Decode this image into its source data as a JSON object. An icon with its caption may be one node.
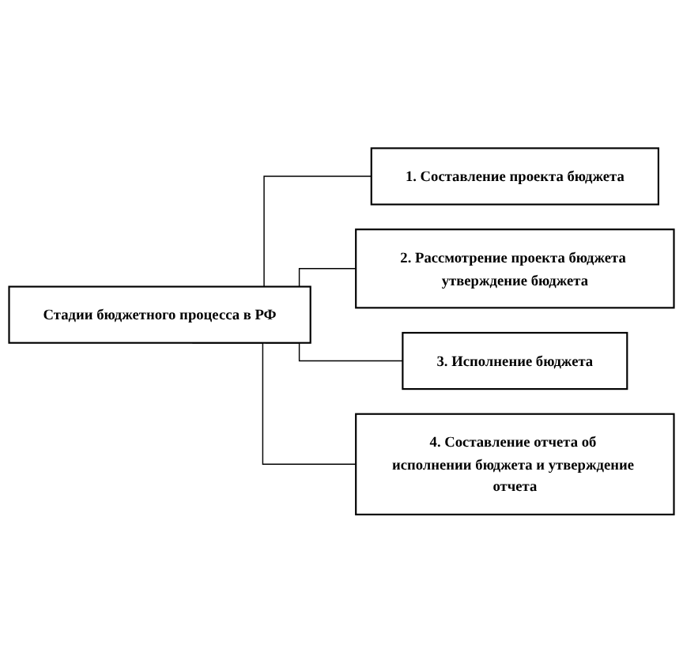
{
  "diagram": {
    "nodes": [
      {
        "text": [
          "Стадии бюджетного процесса в РФ"
        ]
      },
      {
        "text": [
          "1. Составление проекта бюджета"
        ]
      },
      {
        "text": [
          "2. Рассмотрение проекта бюджета утверждение бюджета"
        ]
      },
      {
        "text": [
          "3. Исполнение бюджета"
        ]
      },
      {
        "text": [
          "4. Составление отчета об исполнении бюджета и утверждение отчета"
        ]
      }
    ],
    "edges": [
      {
        "from": 0,
        "to": 1,
        "arrow": "none"
      },
      {
        "from": 0,
        "to": 2,
        "arrow": "none"
      },
      {
        "from": 0,
        "to": 3,
        "arrow": "none"
      },
      {
        "from": 0,
        "to": 4,
        "arrow": "none"
      }
    ]
  }
}
